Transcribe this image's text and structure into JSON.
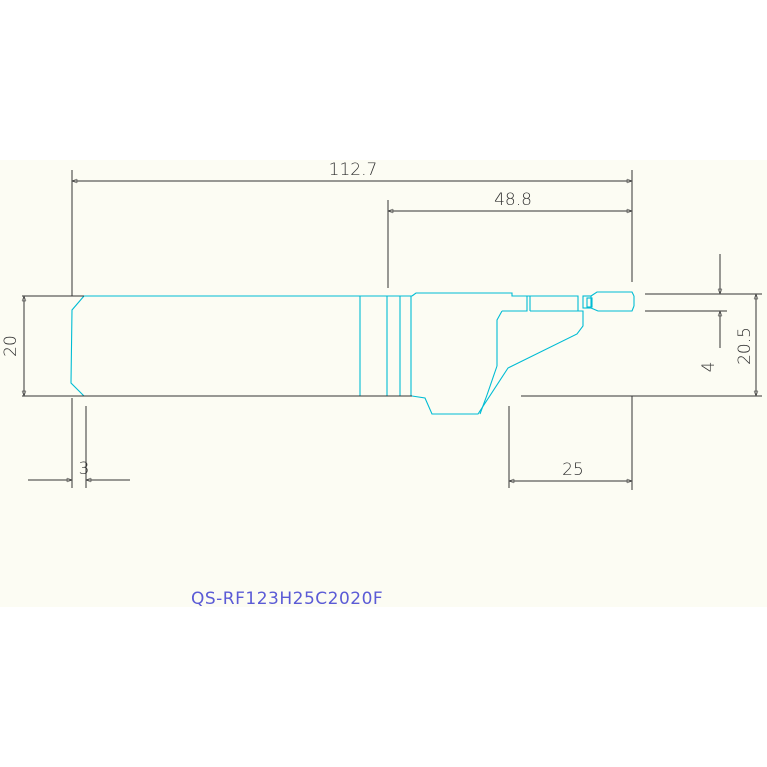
{
  "drawing": {
    "part_number": "QS-RF123H25C2020F",
    "colors": {
      "background": "#fcfcf3",
      "outline": "#00bcd4",
      "dimension": "#333333",
      "label": "#5b5bd6"
    },
    "dimensions": {
      "overall_length": "112.7",
      "head_length": "48.8",
      "shank_height": "20",
      "chamfer": "3",
      "tip_width": "4",
      "total_height": "20.5",
      "neck_length": "25"
    }
  }
}
